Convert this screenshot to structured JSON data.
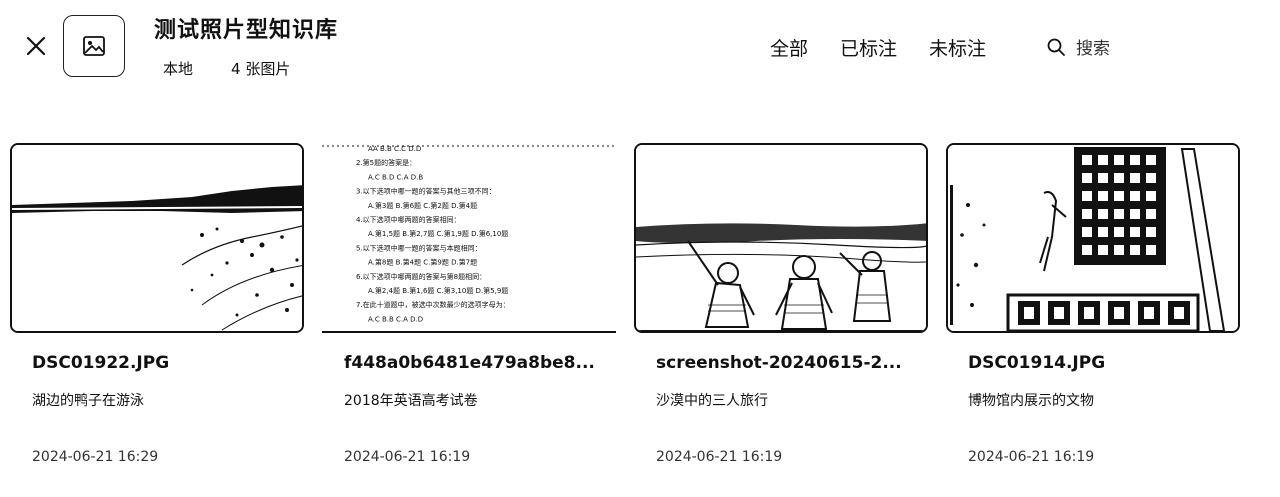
{
  "header": {
    "title": "测试照片型知识库",
    "source_label": "本地",
    "count_label": "4 张图片",
    "close_icon": "close-icon",
    "kb_icon": "image-icon"
  },
  "filters": {
    "tabs": [
      {
        "label": "全部"
      },
      {
        "label": "已标注"
      },
      {
        "label": "未标注"
      }
    ],
    "search_label": "搜索",
    "search_icon": "search-icon"
  },
  "cards": [
    {
      "name": "DSC01922.JPG",
      "description": "湖边的鸭子在游泳",
      "date": "2024-06-21 16:29",
      "thumb_type": "lake"
    },
    {
      "name": "f448a0b6481e479a8be8...",
      "description": "2018年英语高考试卷",
      "date": "2024-06-21 16:19",
      "thumb_type": "document",
      "doc_lines": [
        "AA          B.B          C.C          D.D",
        "2.第5题的答案是：",
        "A.C          B.D          C.A          D.B",
        "3.以下选项中哪一题的答案与其他三项不同：",
        "A.第3题     B.第6题     C.第2题     D.第4题",
        "4.以下选项中哪两题的答案相同：",
        "A.第1,5题   B.第2,7题   C.第1,9题   D.第6,10题",
        "5.以下选项中哪一题的答案与本题相同：",
        "A.第8题     B.第4题     C.第9题     D.第7题",
        "6.以下选项中哪两题的答案与第8题相同：",
        "A.第2,4题   B.第1,6题   C.第3,10题  D.第5,9题",
        "7.在此十道题中，被选中次数最少的选项字母为：",
        "A.C          B.B          C.A          D.D"
      ]
    },
    {
      "name": "screenshot-20240615-2...",
      "description": "沙漠中的三人旅行",
      "date": "2024-06-21 16:19",
      "thumb_type": "desert"
    },
    {
      "name": "DSC01914.JPG",
      "description": "博物馆内展示的文物",
      "date": "2024-06-21 16:19",
      "thumb_type": "museum"
    }
  ]
}
